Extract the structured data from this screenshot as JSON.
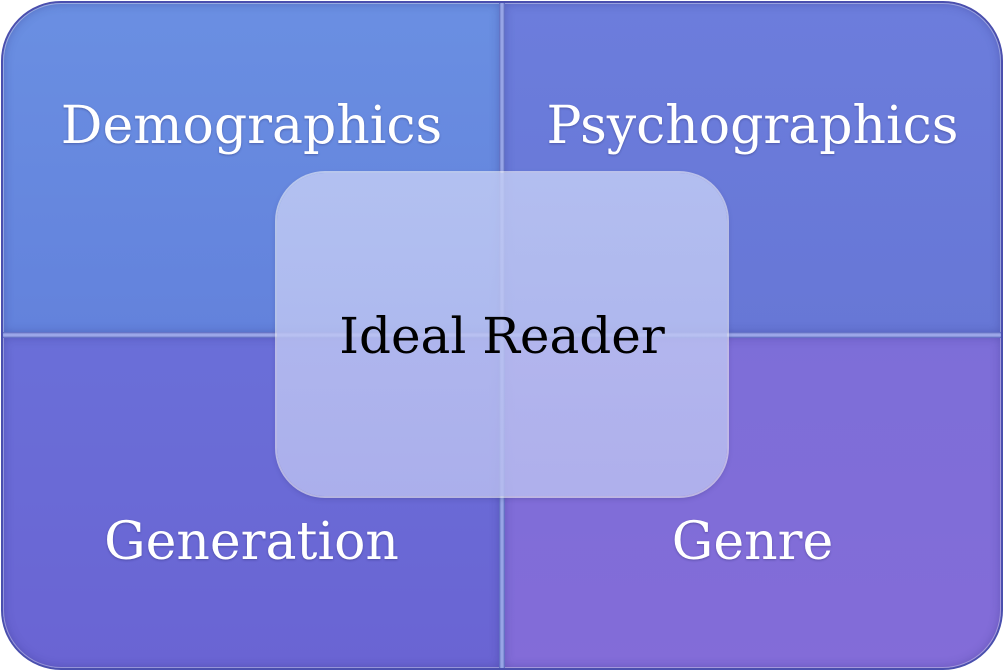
{
  "diagram": {
    "center": {
      "label": "Ideal Reader"
    },
    "quadrants": {
      "top_left": {
        "label": "Demographics",
        "color": "#6a8fe2"
      },
      "top_right": {
        "label": "Psychographics",
        "color": "#6c7ddc"
      },
      "bottom_left": {
        "label": "Generation",
        "color": "#6a6fd8"
      },
      "bottom_right": {
        "label": "Genre",
        "color": "#7d6ed8"
      }
    },
    "border_color": "#4a4fae",
    "center_color": "#c3cdf5"
  }
}
